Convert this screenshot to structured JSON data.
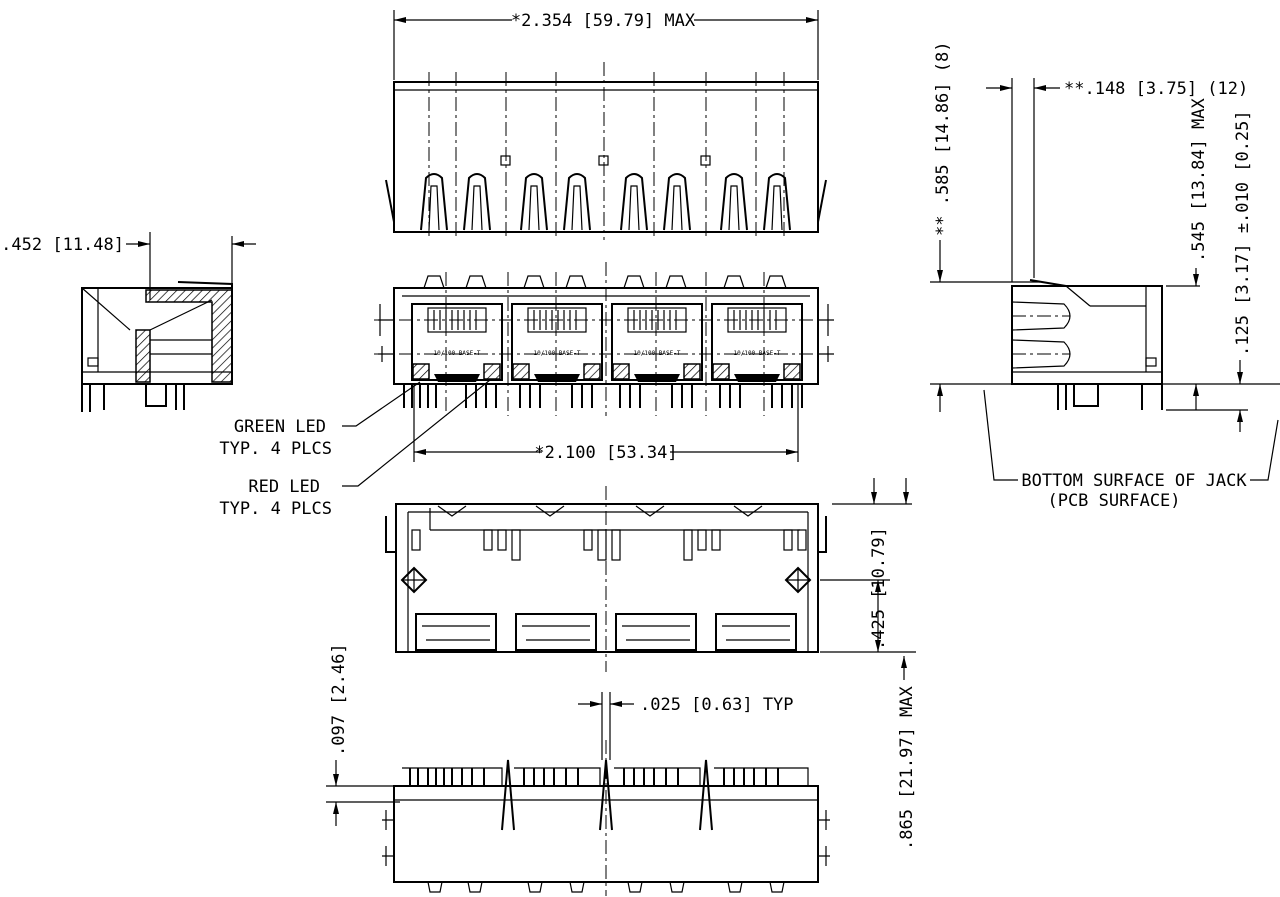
{
  "dimensions": {
    "overall_width": "*2.354 [59.79] MAX",
    "side_depth": ".452 [11.48]",
    "pin_pitch_offset": "**.148 [3.75] (12)",
    "height_max": ".545 [13.84] MAX",
    "height_total": "** .585 [14.86] (8)",
    "standoff": ".125 [3.17] ±.010 [0.25]",
    "led_span": "*2.100 [53.34]",
    "pin_row": ".425 [10.79]",
    "pin_thickness": ".025 [0.63] TYP",
    "flange": ".097 [2.46]",
    "overall_depth": ".865 [21.97] MAX"
  },
  "labels": {
    "green_led": "GREEN LED",
    "green_led_qty": "TYP. 4 PLCS",
    "red_led": "RED LED",
    "red_led_qty": "TYP. 4 PLCS",
    "bottom_surface": "BOTTOM SURFACE OF JACK",
    "pcb_surface": "(PCB SURFACE)"
  },
  "port_marking": "10/100 BASE-T",
  "port_count": 4
}
